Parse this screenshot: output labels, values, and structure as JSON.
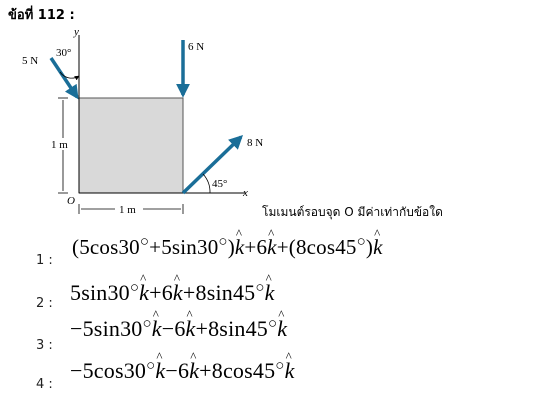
{
  "header": {
    "title": "ข้อที่ 112 :"
  },
  "diagram": {
    "axis_y": "y",
    "axis_x": "x",
    "origin": "O",
    "force_5": "5 N",
    "angle_30": "30°",
    "force_6": "6 N",
    "force_8": "8 N",
    "angle_45": "45°",
    "dim_vertical": "1 m",
    "dim_horizontal": "1 m",
    "colors": {
      "arrow": "#1a6e98",
      "plate": "#d9d9d9",
      "plate_border": "#555555"
    }
  },
  "question": {
    "text": "โมเมนต์รอบจุด O มีค่าเท่ากับข้อใด"
  },
  "choices": [
    {
      "number": "1 :"
    },
    {
      "number": "2 :"
    },
    {
      "number": "3 :"
    },
    {
      "number": "4 :"
    }
  ]
}
